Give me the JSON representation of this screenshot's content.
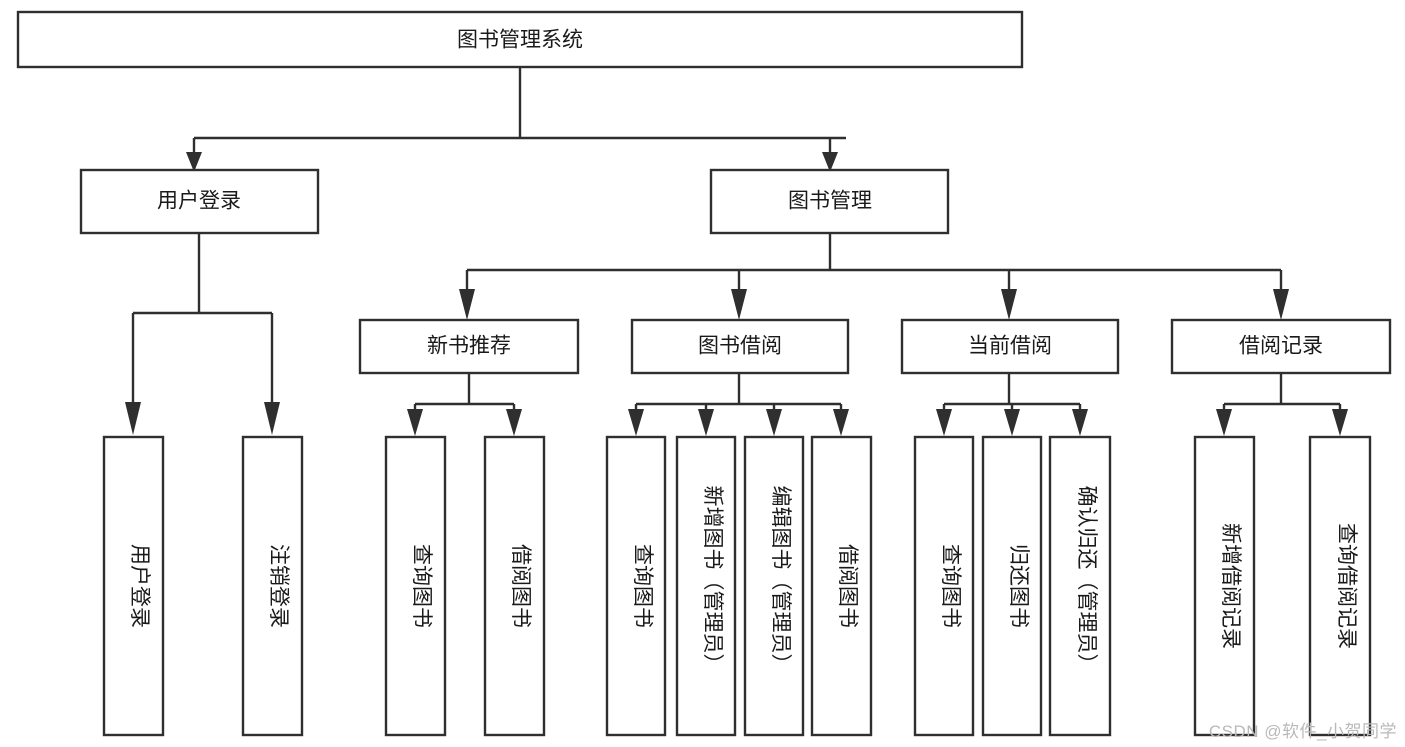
{
  "diagram": {
    "type": "tree",
    "title": "图书管理系统",
    "watermark": "CSDN @软件_小贺同学",
    "colors": {
      "box_stroke": "#2f2f2f",
      "box_fill": "#ffffff",
      "text": "#1a1a1a",
      "background": "#ffffff",
      "watermark": "#b9b9b9"
    },
    "root": {
      "label": "图书管理系统"
    },
    "level1": [
      {
        "label": "用户登录"
      },
      {
        "label": "图书管理"
      }
    ],
    "level2": [
      {
        "label": "新书推荐"
      },
      {
        "label": "图书借阅"
      },
      {
        "label": "当前借阅"
      },
      {
        "label": "借阅记录"
      }
    ],
    "leaves": {
      "user_login": [
        {
          "label": "用户登录"
        },
        {
          "label": "注销登录"
        }
      ],
      "new_book_recommend": [
        {
          "label": "查询图书"
        },
        {
          "label": "借阅图书"
        }
      ],
      "book_borrow": [
        {
          "label": "查询图书"
        },
        {
          "label": "新增图书（管理员）"
        },
        {
          "label": "编辑图书（管理员）"
        },
        {
          "label": "借阅图书"
        }
      ],
      "current_borrow": [
        {
          "label": "查询图书"
        },
        {
          "label": "归还图书"
        },
        {
          "label": "确认归还（管理员）"
        }
      ],
      "borrow_record": [
        {
          "label": "新增借阅记录"
        },
        {
          "label": "查询借阅记录"
        }
      ]
    }
  }
}
